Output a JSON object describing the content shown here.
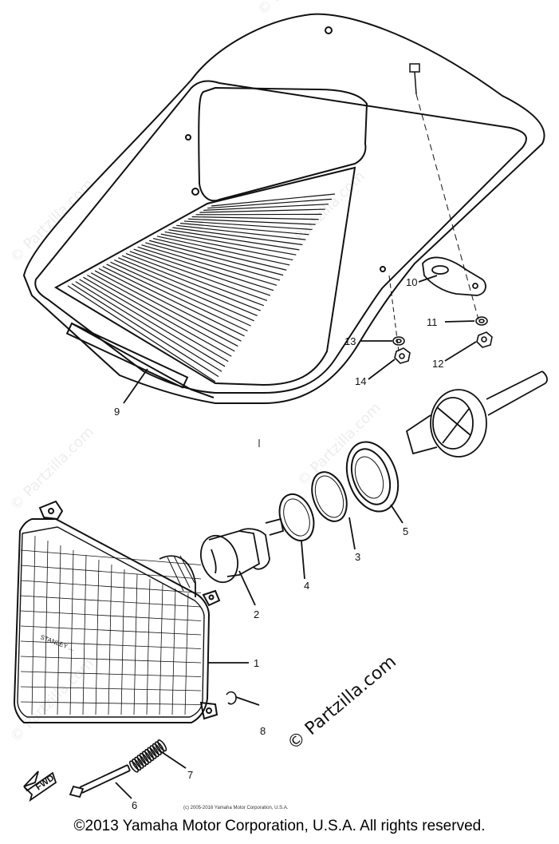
{
  "diagram": {
    "callouts": [
      {
        "id": "1",
        "label": "1"
      },
      {
        "id": "2",
        "label": "2"
      },
      {
        "id": "3",
        "label": "3"
      },
      {
        "id": "4",
        "label": "4"
      },
      {
        "id": "5",
        "label": "5"
      },
      {
        "id": "6",
        "label": "6"
      },
      {
        "id": "7",
        "label": "7"
      },
      {
        "id": "8",
        "label": "8"
      },
      {
        "id": "9",
        "label": "9"
      },
      {
        "id": "10",
        "label": "10"
      },
      {
        "id": "11",
        "label": "11"
      },
      {
        "id": "12",
        "label": "12"
      },
      {
        "id": "13",
        "label": "13"
      },
      {
        "id": "14",
        "label": "14"
      }
    ],
    "lens_text": "STANLEY ... ",
    "fwd_label": "FWD"
  },
  "watermark": {
    "text": "© Partzilla.com"
  },
  "small_copyright": "(c) 2005-2016 Yamaha Motor Corporation, U.S.A.",
  "footer": {
    "copyright": "©2013 Yamaha Motor Corporation, U.S.A. All rights reserved."
  }
}
